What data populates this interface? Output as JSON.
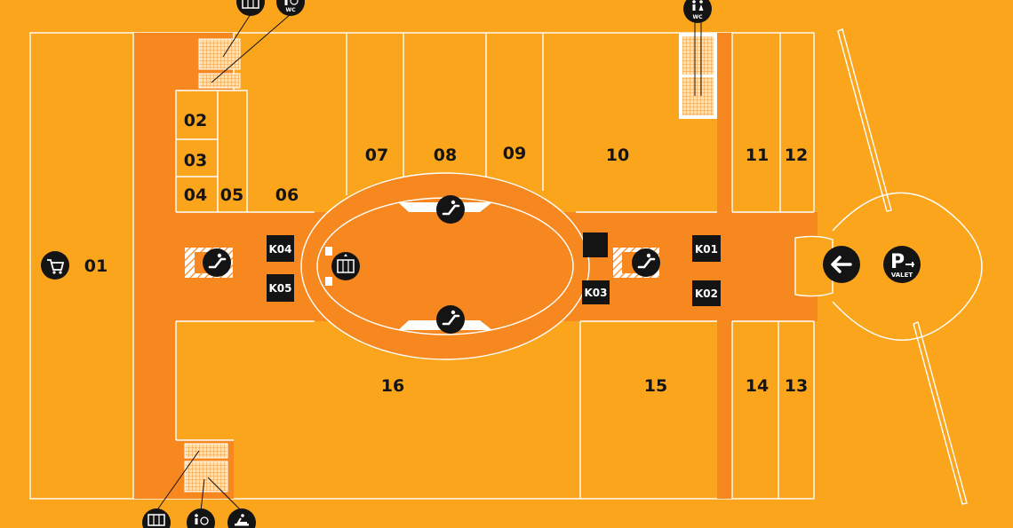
{
  "units": {
    "u01": "01",
    "u02": "02",
    "u03": "03",
    "u04": "04",
    "u05": "05",
    "u06": "06",
    "u07": "07",
    "u08": "08",
    "u09": "09",
    "u10": "10",
    "u11": "11",
    "u12": "12",
    "u13": "13",
    "u14": "14",
    "u15": "15",
    "u16": "16"
  },
  "kiosks": {
    "k01": "K01",
    "k02": "K02",
    "k03": "K03",
    "k04": "K04",
    "k05": "K05"
  },
  "icon_text": {
    "wc": "WC",
    "parking": "P",
    "valet": "VALET"
  },
  "icons": [
    "supermarket-cart-icon",
    "elevator-icon",
    "escalator-icon",
    "restroom-icon",
    "wheelchair-icon",
    "baby-change-icon",
    "entrance-arrow-icon",
    "valet-parking-icon"
  ],
  "colors": {
    "background": "#fba51c",
    "corridor": "#f6881f",
    "line": "#ffffff",
    "icon": "#141414",
    "label": "#141414"
  }
}
